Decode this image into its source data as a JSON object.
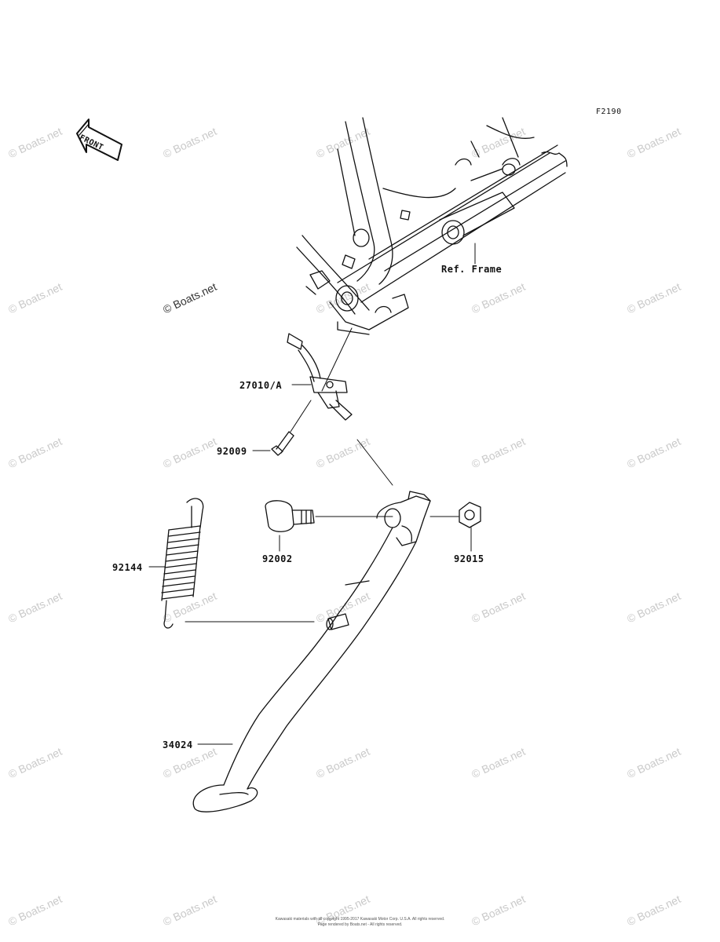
{
  "figure_code": "F2190",
  "front_label": "FRONT",
  "ref_label": "Ref. Frame",
  "watermark": "© Boats.net",
  "watermark_main": "© Boats.net",
  "parts": {
    "p27010": "27010/A",
    "p92009": "92009",
    "p92144": "92144",
    "p92002": "92002",
    "p92015": "92015",
    "p34024": "34024"
  },
  "footer": {
    "line1": "Kawasaki materials with all copyright 1995-2017 Kawasaki Motor Corp. U.S.A. All rights reserved.",
    "line2": "Page rendered by Boats.net - All rights reserved."
  }
}
